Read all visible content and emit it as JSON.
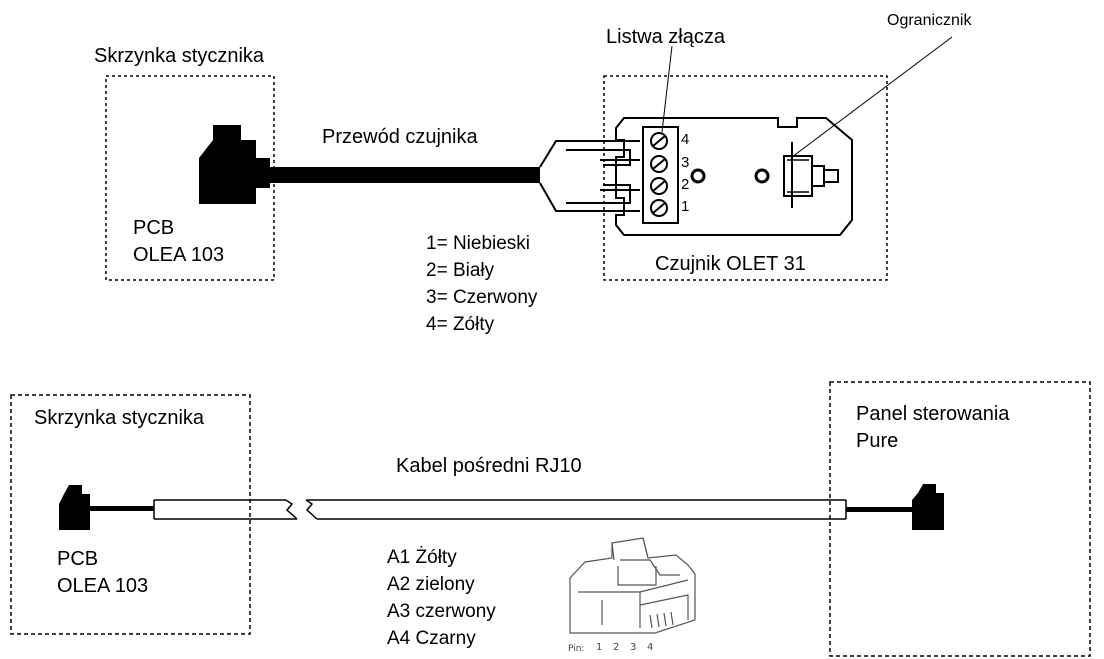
{
  "top": {
    "contactor_box_label": "Skrzynka stycznika",
    "pcb_line1": "PCB",
    "pcb_line2": "OLEA 103",
    "sensor_cable_label": "Przewód czujnika",
    "terminal_strip_label": "Listwa złącza",
    "limiter_label": "Ogranicznik",
    "sensor_label": "Czujnik OLET 31",
    "terminal_numbers": [
      "4",
      "3",
      "2",
      "1"
    ],
    "wire_colors": [
      "1= Niebieski",
      "2= Biały",
      "3= Czerwony",
      "4= Zółty"
    ]
  },
  "bottom": {
    "contactor_box_label": "Skrzynka stycznika",
    "pcb_line1": "PCB",
    "pcb_line2": "OLEA 103",
    "cable_label": "Kabel pośredni RJ10",
    "panel_line1": "Panel sterowania",
    "panel_line2": "Pure",
    "pin_colors": [
      "A1 Żółty",
      "A2 zielony",
      "A3 czerwony",
      "A4 Czarny"
    ],
    "pin_row_label": "Pin:",
    "pin_numbers": [
      "1",
      "2",
      "3",
      "4"
    ]
  }
}
